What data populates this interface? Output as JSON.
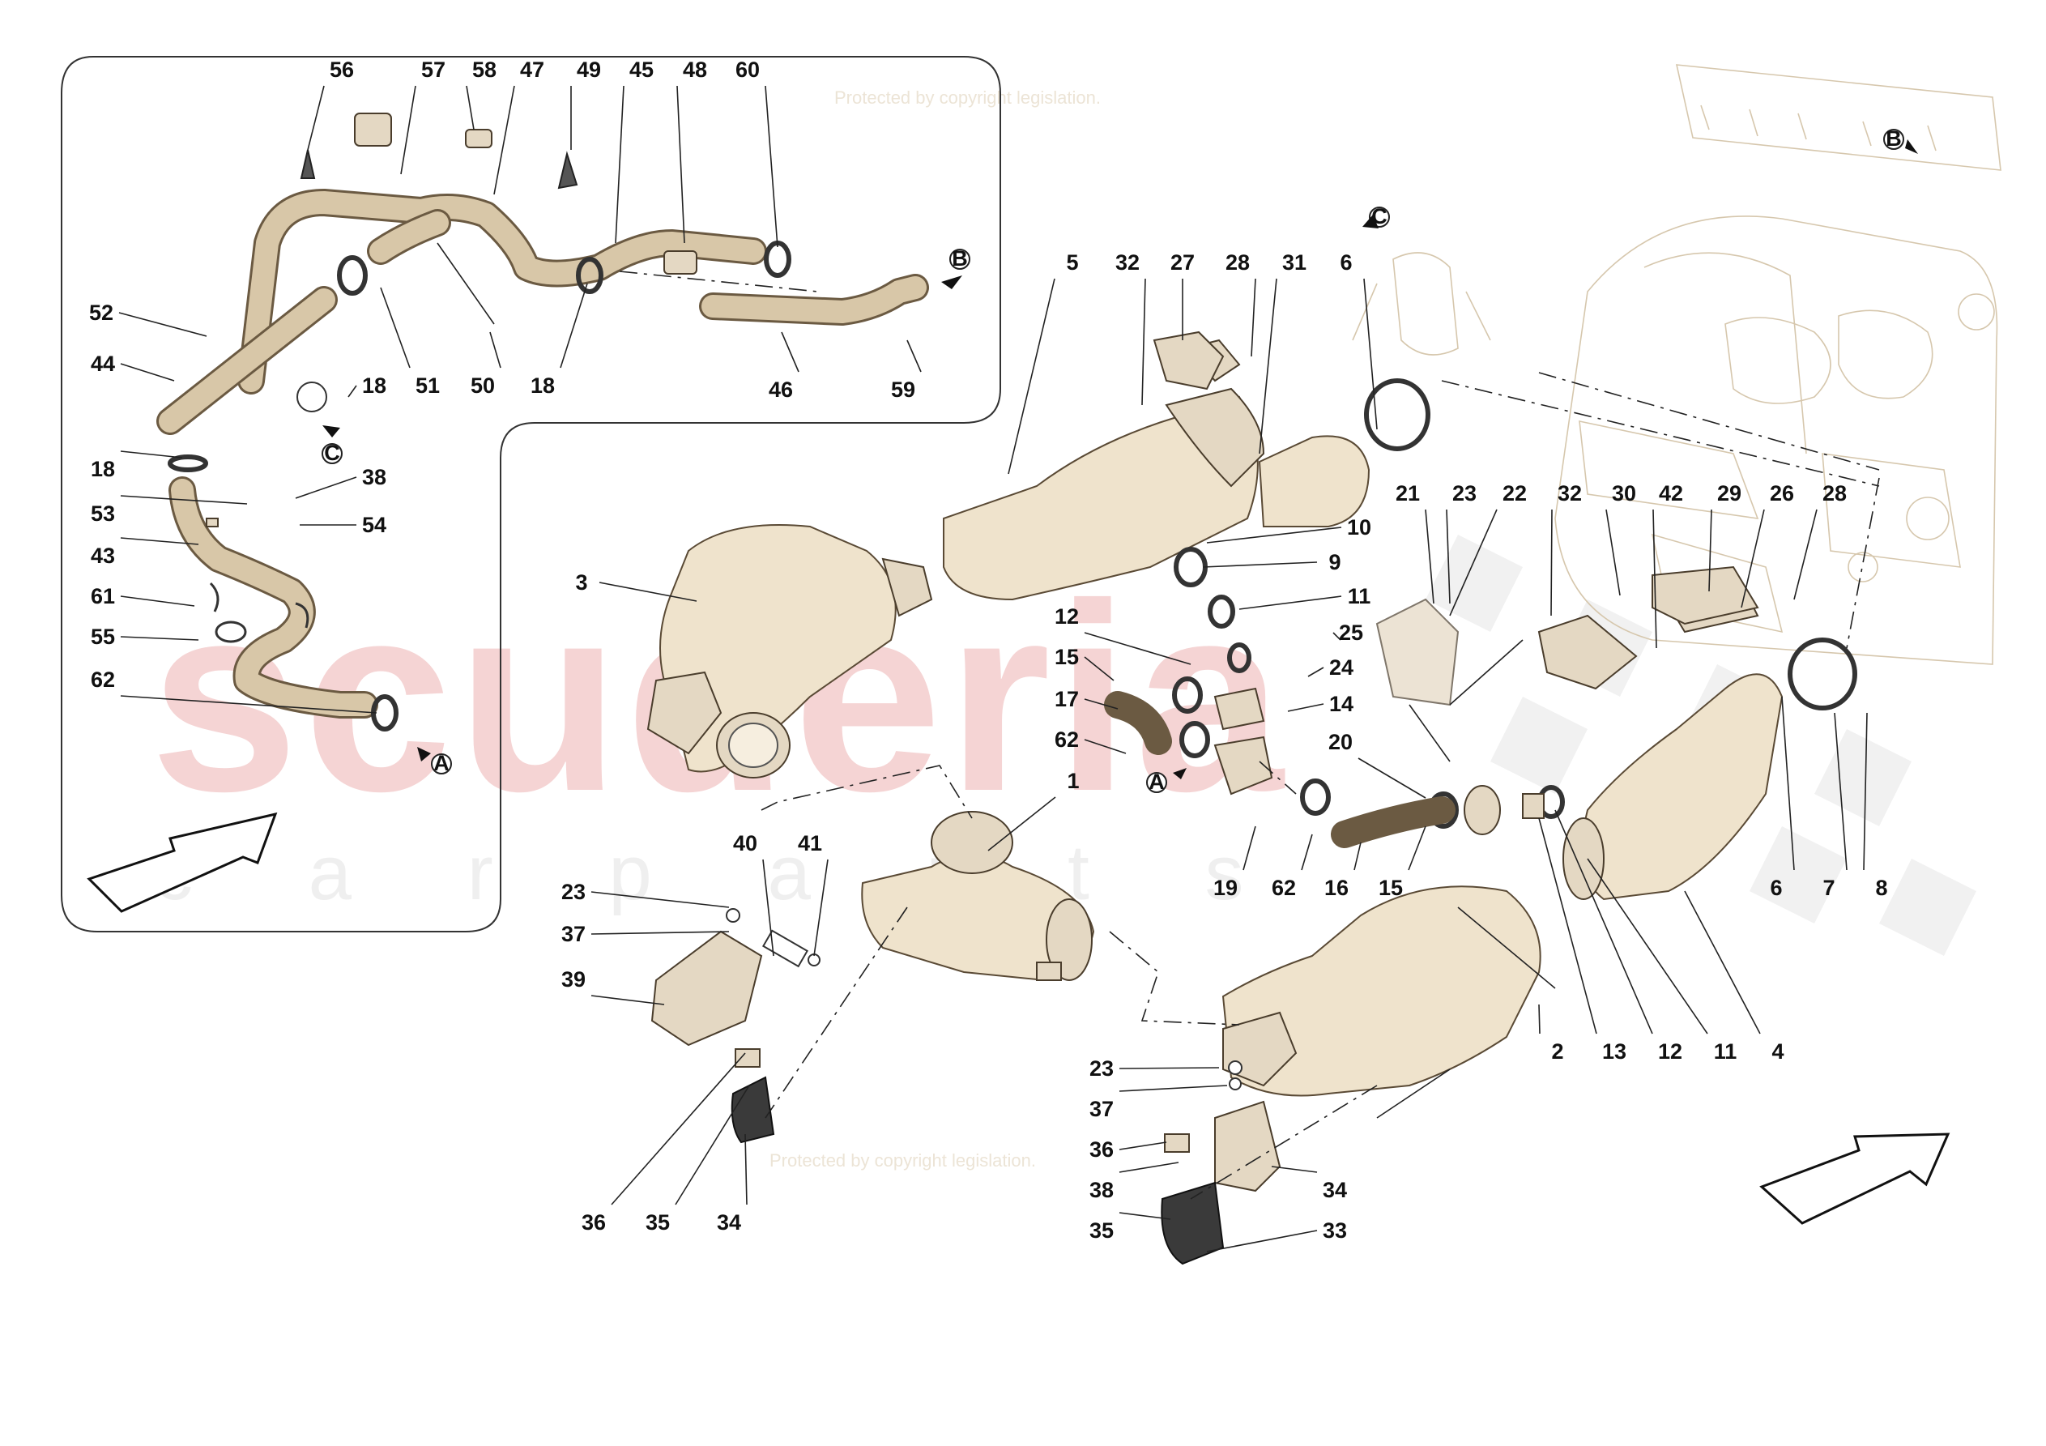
{
  "watermark": {
    "brand": "scuderia",
    "tagline": "c a r   p a r t s"
  },
  "copyright_lines": [
    "Protected by copyright legislation.",
    "Protected by copyright legislation."
  ],
  "colors": {
    "part_fill": "#efe3cc",
    "line": "#222222",
    "watermark_red": "#f2c9c9",
    "watermark_grey": "#eeeeee"
  },
  "callouts": {
    "A": "A",
    "B": "B",
    "C": "C"
  },
  "labels": [
    "56",
    "57",
    "58",
    "47",
    "49",
    "45",
    "48",
    "60",
    "52",
    "44",
    "51",
    "50",
    "18",
    "18",
    "46",
    "59",
    "18",
    "53",
    "38",
    "43",
    "54",
    "61",
    "55",
    "62",
    "3",
    "5",
    "32",
    "27",
    "28",
    "31",
    "6",
    "10",
    "9",
    "11",
    "12",
    "25",
    "24",
    "15",
    "14",
    "17",
    "62",
    "1",
    "21",
    "23",
    "22",
    "32",
    "30",
    "42",
    "29",
    "26",
    "28",
    "20",
    "19",
    "62",
    "16",
    "15",
    "6",
    "7",
    "8",
    "40",
    "41",
    "23",
    "37",
    "39",
    "23",
    "37",
    "36",
    "38",
    "35",
    "34",
    "33",
    "36",
    "35",
    "34",
    "2",
    "13",
    "12",
    "11",
    "4"
  ]
}
